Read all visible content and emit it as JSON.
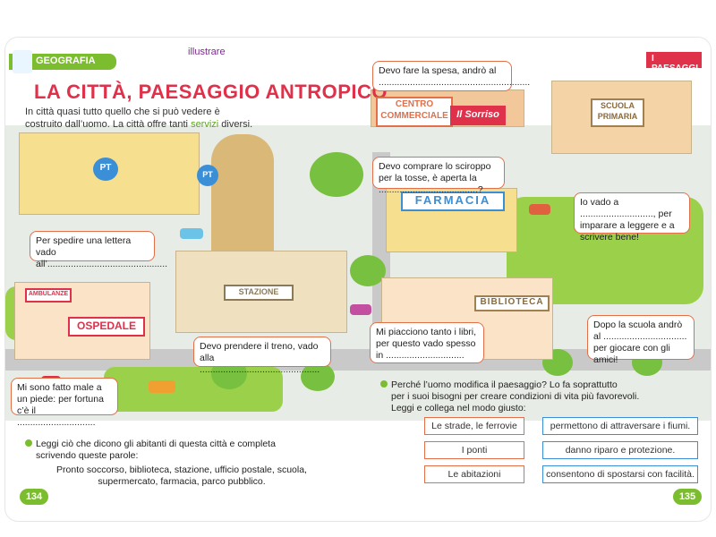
{
  "header": {
    "left_tab": "GEOGRAFIA",
    "right_tab": "I PAESAGGI",
    "small_heading": "illustrare"
  },
  "left_page": {
    "title": "LA CITTÀ, PAESAGGIO ANTROPICO",
    "intro_part1": "In città quasi tutto quello che si può vedere è costruito dall’uomo. La città offre tanti ",
    "intro_green": "servizi",
    "intro_part2": " diversi.",
    "callouts": {
      "posta": "Per spedire una lettera vado all’..............................................",
      "treno": "Devo prendere il treno, vado alla ..............................................",
      "ospedale": "Mi sono fatto male a un piede: per fortuna c’è il .............................."
    },
    "signs": {
      "pt": "PT",
      "stazione": "STAZIONE",
      "ambulanze": "AMBULANZE",
      "ospedale": "OSPEDALE"
    },
    "exercise_line1": "Leggi ciò che dicono gli abitanti di questa città e completa",
    "exercise_line2": "scrivendo queste parole:",
    "word_list_line1": "Pronto soccorso, biblioteca, stazione, ufficio postale, scuola,",
    "word_list_line2": "supermercato, farmacia, parco pubblico.",
    "page_number": "134"
  },
  "right_page": {
    "callouts": {
      "spesa": "Devo fare la spesa, andrò al ..........................................................",
      "farmacia": "Devo comprare lo sciroppo per la tosse, è aperta la ......................................?",
      "scuola": "Io vado a ............................, per imparare a leggere e a scrivere bene!",
      "biblioteca": "Mi piacciono tanto i libri, per questo vado spesso in ..............................",
      "parco": "Dopo la scuola andrò al ................................ per giocare con gli amici!"
    },
    "signs": {
      "centro_line1": "CENTRO",
      "centro_line2": "COMMERCIALE",
      "sorriso": "Il Sorriso",
      "farmacia": "FARMACIA",
      "scuola_line1": "SCUOLA",
      "scuola_line2": "PRIMARIA",
      "biblioteca": "BIBLIOTECA"
    },
    "question_line1": "Perché l’uomo modifica il paesaggio? Lo fa soprattutto",
    "question_line2": "per i suoi bisogni per creare condizioni di vita più favorevoli.",
    "question_line3": "Leggi e collega nel modo giusto:",
    "match_left": [
      "Le strade, le ferrovie",
      "I ponti",
      "Le abitazioni"
    ],
    "match_right": [
      "permettono di attraversare i fiumi.",
      "danno riparo e protezione.",
      "consentono di spostarsi con facilità."
    ],
    "page_number": "135"
  },
  "colors": {
    "accent_red": "#e0314b",
    "accent_green": "#7bbd2f",
    "callout_border": "#e26f48",
    "sign_blue": "#3a8fd6"
  }
}
